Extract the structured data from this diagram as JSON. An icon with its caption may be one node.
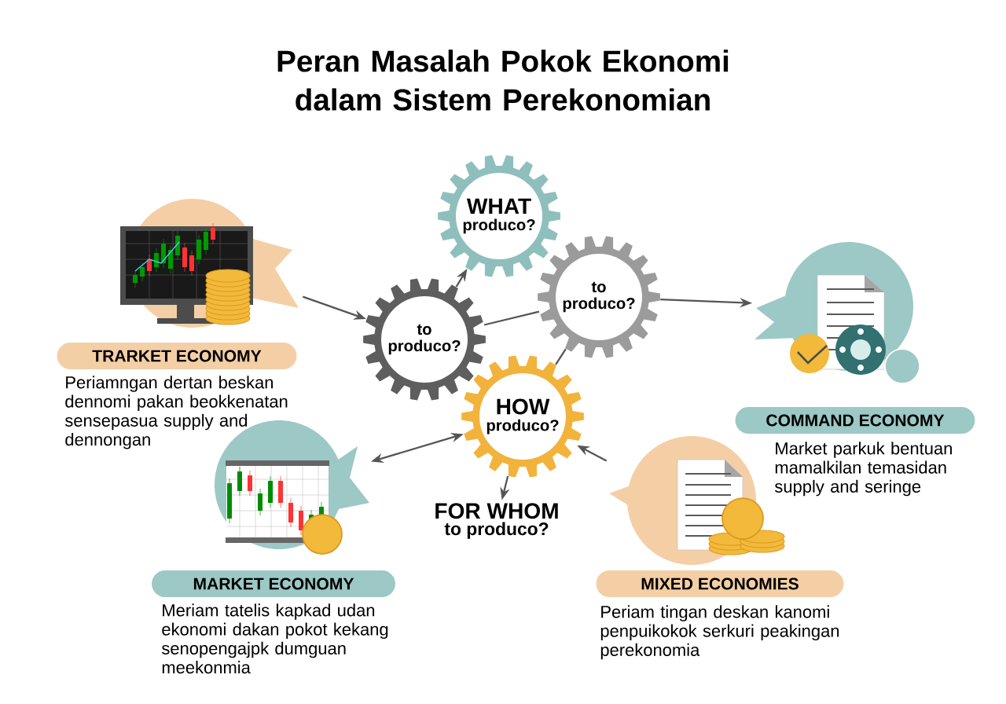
{
  "diagram": {
    "title": "Peran Masalah Pokok Ekonomi dalam Sistem Perekonomian",
    "nodes": [
      {
        "text": [
          "WHAT",
          "produco?"
        ]
      },
      {
        "text": [
          "to produco?"
        ]
      },
      {
        "text": [
          "to produco?"
        ]
      },
      {
        "text": [
          "HOW",
          "produco?"
        ]
      },
      {
        "text": [
          "FOR WHOM",
          "to produco?"
        ]
      },
      {
        "text": [],
        "shape": "picture"
      },
      {
        "text": [
          "TRARKET ECONOMY"
        ],
        "beside": [
          "Periamngan dertan beskan dennomi pakan beokkenatan sensepasua supply and dennongan"
        ]
      },
      {
        "text": [],
        "shape": "picture"
      },
      {
        "text": [
          "COMMAND ECONOMY"
        ],
        "beside": [
          "Market parkuk bentuan mamalkilan temasidan supply and seringe"
        ]
      },
      {
        "text": [],
        "shape": "picture"
      },
      {
        "text": [
          "MARKET ECONOMY"
        ],
        "beside": [
          "Meriam tatelis kapkad udan ekonomi dakan pokot kekang senopengajpk dumguan meekonmia"
        ]
      },
      {
        "text": [],
        "shape": "picture"
      },
      {
        "text": [
          "MIXED ECONOMIES"
        ],
        "beside": [
          "Periam tingan deskan kanomi penpuikokok serkuri peakingan perekonomia"
        ]
      }
    ],
    "edges": [
      {
        "from": 5,
        "to": 1,
        "arrow": "to"
      },
      {
        "from": 1,
        "to": 0,
        "arrow": "to"
      },
      {
        "from": 1,
        "to": 2,
        "arrow": "none"
      },
      {
        "from": 3,
        "to": 2,
        "arrow": "none"
      },
      {
        "from": 2,
        "to": 7,
        "arrow": "to"
      },
      {
        "from": 9,
        "to": 3,
        "arrow": "both"
      },
      {
        "from": 3,
        "to": 4,
        "arrow": "to"
      },
      {
        "from": 11,
        "to": 3,
        "arrow": "to"
      }
    ]
  }
}
